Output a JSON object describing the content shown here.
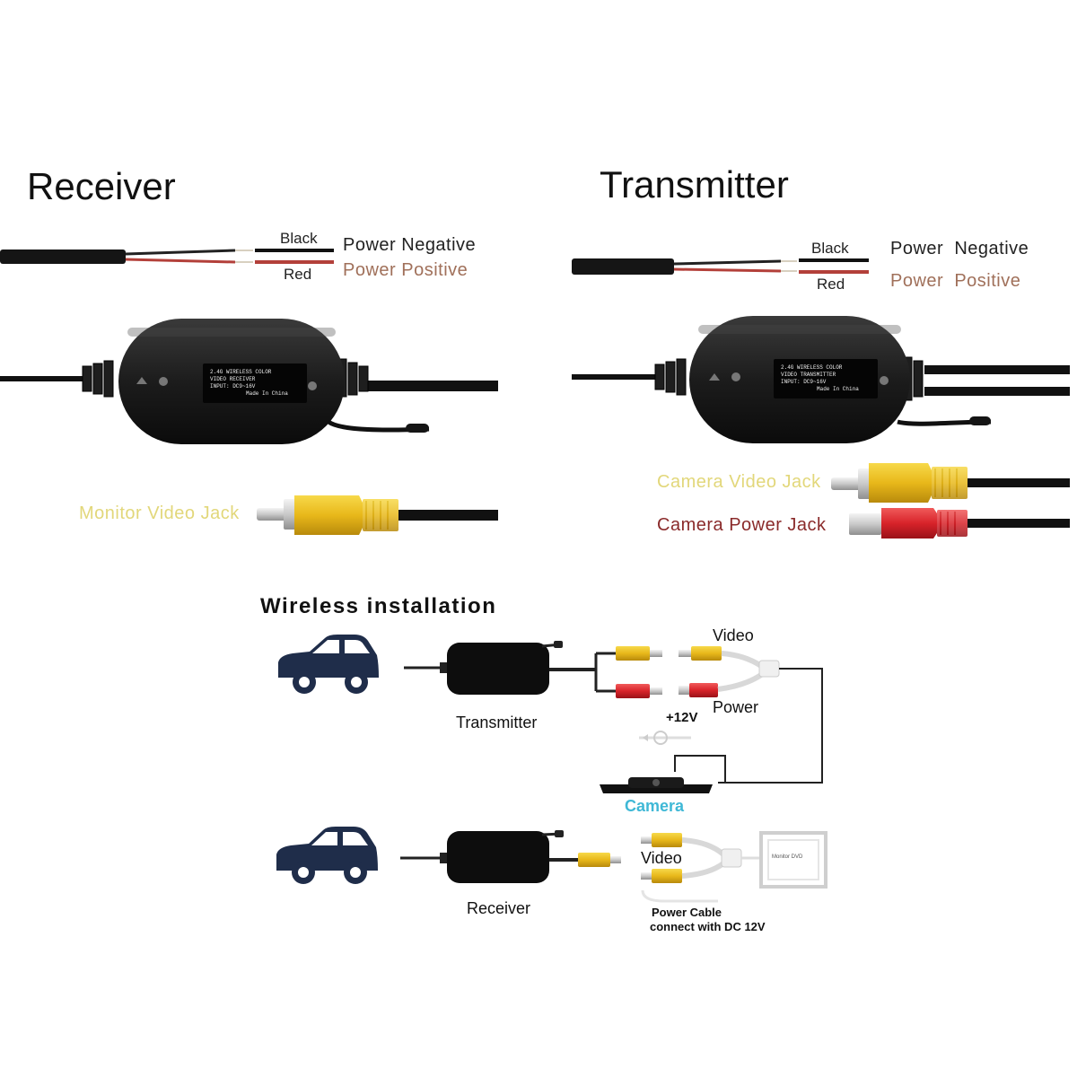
{
  "receiver_panel": {
    "title": "Receiver",
    "wire_black": "Black",
    "wire_red": "Red",
    "power_negative": "Power Negative",
    "power_positive": "Power Positive",
    "video_jack": "Monitor Video Jack",
    "label_lines": [
      "2.4G WIRELESS COLOR",
      "VIDEO RECEIVER",
      "INPUT: DC9~16V",
      "Made In China"
    ]
  },
  "transmitter_panel": {
    "title": "Transmitter",
    "wire_black": "Black",
    "wire_red": "Red",
    "power_word": "Power",
    "negative_word": "Negative",
    "positive_word": "Positive",
    "video_jack": "Camera Video Jack",
    "power_jack": "Camera Power Jack",
    "label_lines": [
      "2.4G WIRELESS COLOR",
      "VIDEO TRANSMITTER",
      "INPUT: DC9~16V",
      "Made In China"
    ]
  },
  "installation": {
    "title": "Wireless installation",
    "transmitter_label": "Transmitter",
    "receiver_label": "Receiver",
    "video_label": "Video",
    "power_label": "Power",
    "voltage_label": "+12V",
    "camera_label": "Camera",
    "receiver_video_label": "Video",
    "power_cable_line1": "Power Cable",
    "power_cable_line2": "connect with DC 12V",
    "monitor_label": "Monitor DVD"
  },
  "colors": {
    "rca_yellow": "#f2c418",
    "rca_red": "#d8232a",
    "camera_text": "#3fb8d6",
    "wire_red": "#b3403a",
    "cable_black": "#111111"
  }
}
